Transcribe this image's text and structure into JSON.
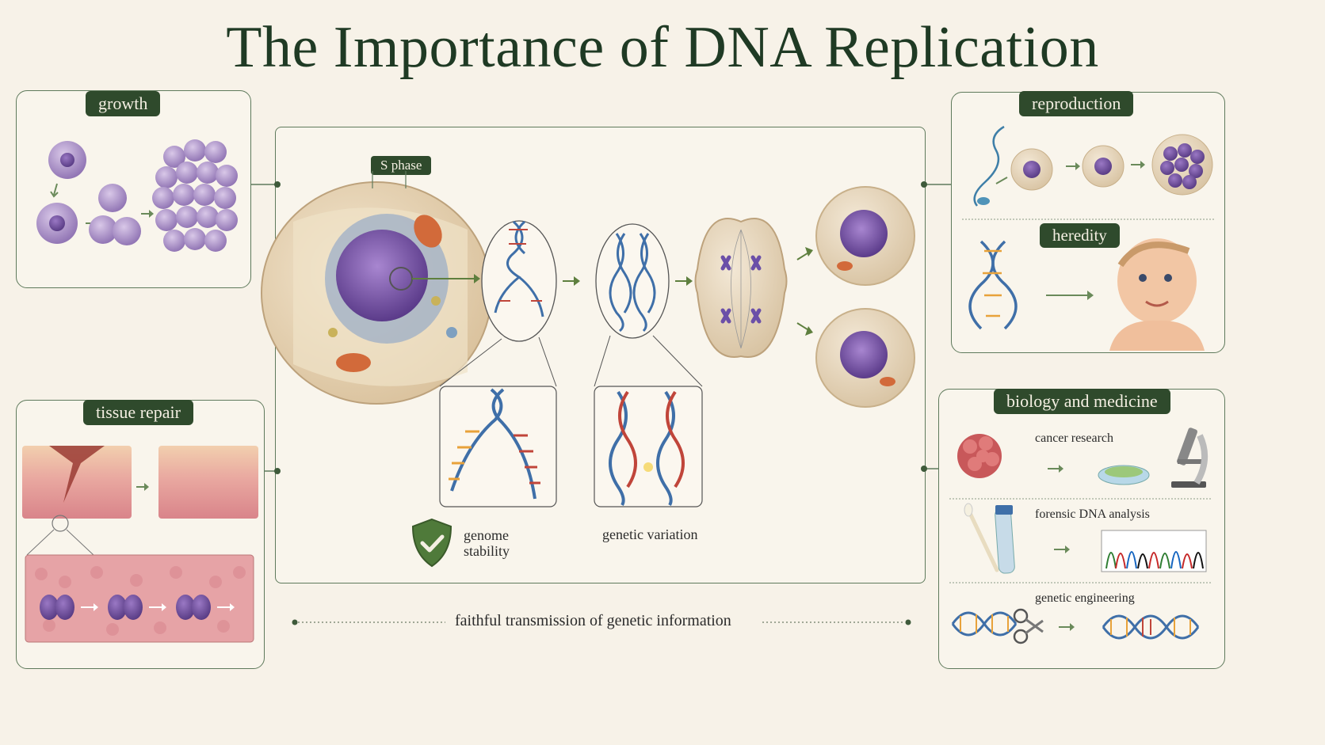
{
  "title": "The Importance of DNA Replication",
  "center": {
    "phase_tag": "S phase",
    "genome_stability": "genome\nstability",
    "genetic_variation": "genetic variation",
    "footer": "faithful transmission of genetic information"
  },
  "panels": {
    "growth": "growth",
    "tissue_repair": "tissue repair",
    "reproduction": "reproduction",
    "heredity": "heredity",
    "biology_medicine": "biology and medicine",
    "cancer_research": "cancer research",
    "forensic": "forensic DNA analysis",
    "genetic_engineering": "genetic engineering"
  },
  "colors": {
    "accent": "#2f4a2c",
    "border": "#5f7a5c",
    "cell_purple": "#8b6bb0",
    "dna_blue": "#3f6fa8",
    "dna_red": "#c0453a"
  }
}
